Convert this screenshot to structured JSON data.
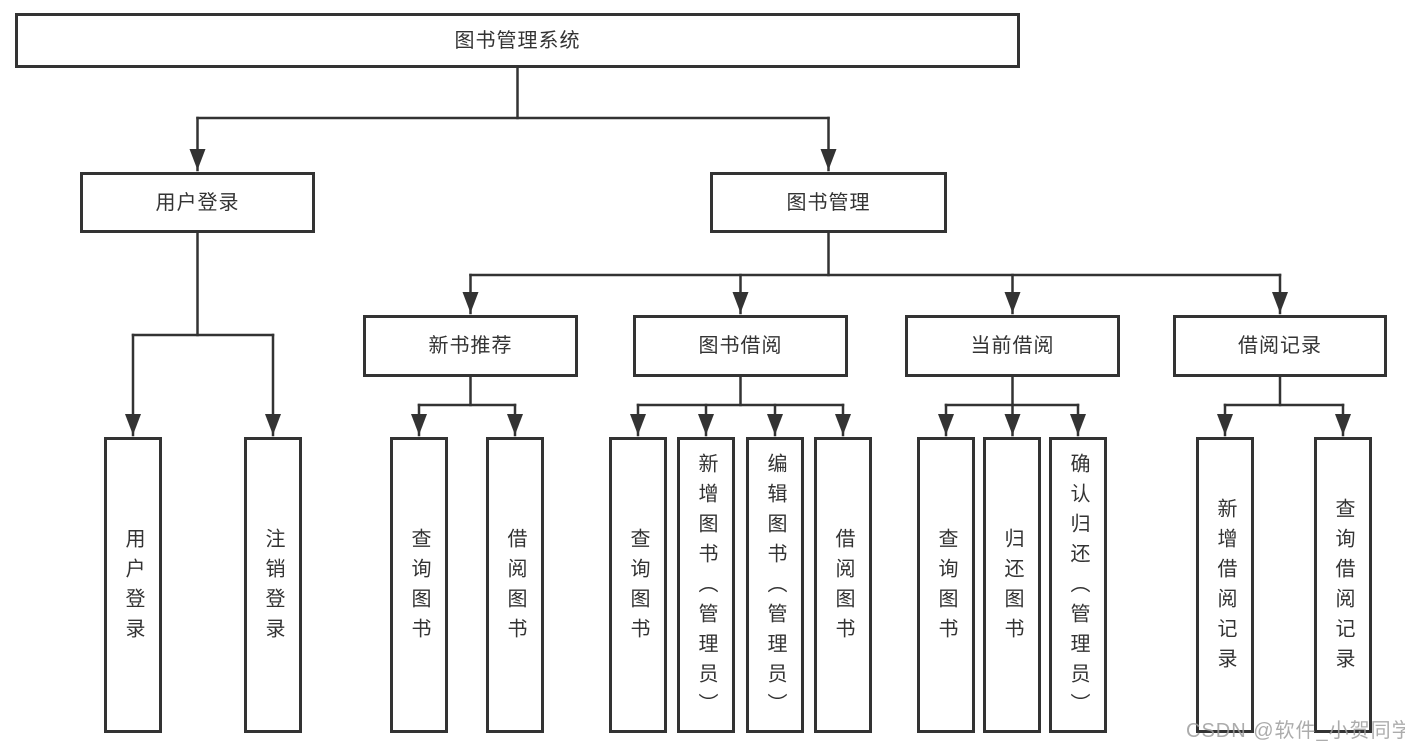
{
  "diagram": {
    "root": {
      "label": "图书管理系统"
    },
    "branches": [
      {
        "label": "用户登录",
        "children": [
          {
            "label": "用户登录"
          },
          {
            "label": "注销登录"
          }
        ]
      },
      {
        "label": "图书管理",
        "children": [
          {
            "label": "新书推荐",
            "children": [
              {
                "label": "查询图书"
              },
              {
                "label": "借阅图书"
              }
            ]
          },
          {
            "label": "图书借阅",
            "children": [
              {
                "label": "查询图书"
              },
              {
                "label": "新增图书（管理员）"
              },
              {
                "label": "编辑图书（管理员）"
              },
              {
                "label": "借阅图书"
              }
            ]
          },
          {
            "label": "当前借阅",
            "children": [
              {
                "label": "查询图书"
              },
              {
                "label": "归还图书"
              },
              {
                "label": "确认归还（管理员）"
              }
            ]
          },
          {
            "label": "借阅记录",
            "children": [
              {
                "label": "新增借阅记录"
              },
              {
                "label": "查询借阅记录"
              }
            ]
          }
        ]
      }
    ]
  },
  "watermark": {
    "text": "CSDN @软件_小贺同学"
  },
  "colors": {
    "line": "#333333",
    "box_border": "#333333",
    "text": "#333333",
    "background": "#ffffff",
    "watermark": "#9e9e9e"
  }
}
